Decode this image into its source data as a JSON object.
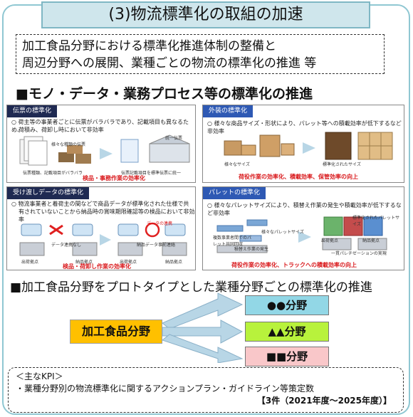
{
  "title": "(3)物流標準化の取組の加速",
  "intro": {
    "line1": "加工食品分野における標準化推進体制の整備と",
    "line2": "周辺分野への展開、業種ごとの物流の標準化の推進 等"
  },
  "section1_heading": "■モノ・データ・業務プロセス等の標準化の推進",
  "panels": {
    "voucher": {
      "title": "伝票の標準化",
      "desc1": "○ 荷主等の事業者ごとに伝票がバラバラであり、記載項目も異なるため、",
      "desc2": "荷積み、荷卸し時において非効率",
      "label_various": "様々な種類の伝票",
      "label_unified": "統一伝票",
      "caption_left": "伝票種類、記載項目がバラバラ",
      "caption_right": "伝票記載項目を標準伝票に統一",
      "effect": "検品・事務作業の効率化"
    },
    "packaging": {
      "title": "外装の標準化",
      "desc": "○ 様々な商品サイズ・形状により、パレット等への積載効率が低下するなど非効率",
      "label_various": "様々なサイズ",
      "label_std": "標準化されたサイズ",
      "effect": "荷役作業の効率化、積載効率、保管効率の向上"
    },
    "data": {
      "title": "受け渡しデータの標準化",
      "desc1": "○ 物流事業者と着荷主の間などで商品データが標準化された仕様で共",
      "desc2": "有されていないことから納品時の賞味期限確認等の検品において非効率",
      "label_no_data": "データ連携なし",
      "label_data": "データの連携",
      "label_unconfirmed": "納品データ事前連絡",
      "label_shipper": "出荷拠点",
      "label_delivery": "納品拠点",
      "label_shipper2": "出荷拠点",
      "label_delivery2": "納品拠点",
      "effect": "検品・荷卸し作業の効率化"
    },
    "pallet": {
      "title": "パレットの標準化",
      "desc": "○ 様々なパレットサイズにより、積替え作業の発生や積載効率が低下するなど非効率",
      "label_various": "様々なパレットサイズ",
      "label_std": "標準化されたパレットサイズ",
      "label_rental": "積替え作業の発生",
      "label_collect": "複数事業者間でのパレット共同回収",
      "label_shipper": "出荷拠点",
      "label_delivery": "納品拠点",
      "label_palletize": "一貫パレチゼーションの実現",
      "effect": "荷役作業の効率化、トラックへの積載効率の向上"
    }
  },
  "section2_heading": "■加工食品分野をプロトタイプとした業種分野ごとの標準化の推進",
  "prototype": {
    "source": "加工食品分野",
    "fields": [
      {
        "label": "●●分野",
        "color": "#92d7e6"
      },
      {
        "label": "▲▲分野",
        "color": "#b8f23c"
      },
      {
        "label": "■■分野",
        "color": "#f9c7c9"
      }
    ],
    "arrow_color": "#b8d6e6"
  },
  "kpi": {
    "heading": "＜主なKPI＞",
    "item": "・業種分野別の物流標準化に関するアクションプラン・ガイドライン等策定数",
    "value": "【3件（2021年度～2025年度）】"
  },
  "colors": {
    "frame": "#8fc7d2",
    "title_bg": "#cfe6ec",
    "panel_dark": "#1f2a52",
    "panel_blue": "#2e59b4",
    "effect_red": "#d9191c",
    "source_box": "#ffc000"
  }
}
